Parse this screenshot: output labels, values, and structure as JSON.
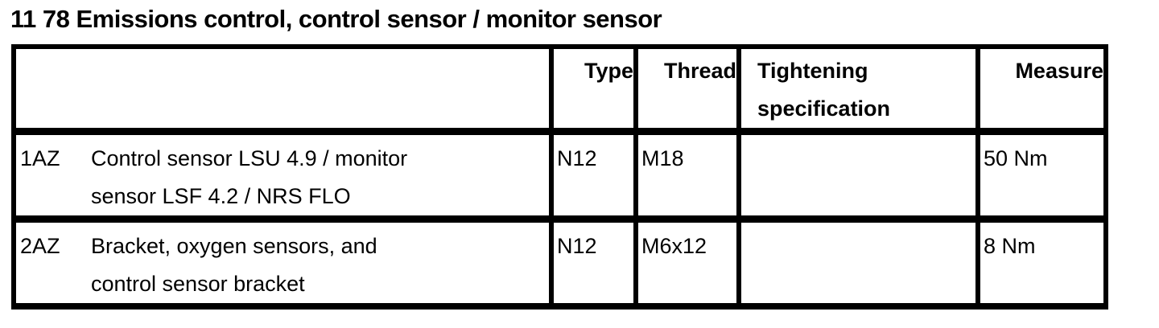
{
  "page": {
    "title": "11 78 Emissions control, control sensor / monitor sensor"
  },
  "colors": {
    "text": "#000000",
    "background": "#ffffff",
    "border": "#000000"
  },
  "table": {
    "columns": [
      {
        "label": ""
      },
      {
        "label": "Type"
      },
      {
        "label": "Thread"
      },
      {
        "label": "Tightening\nspecification"
      },
      {
        "label": "Measure"
      }
    ],
    "rows": [
      {
        "code": "1AZ",
        "description": "Control sensor LSU 4.9 / monitor\nsensor LSF 4.2 / NRS FLO",
        "type": "N12",
        "thread": "M18",
        "tightening": "",
        "measure": "50 Nm"
      },
      {
        "code": "2AZ",
        "description": "Bracket, oxygen sensors, and\ncontrol sensor bracket",
        "type": "N12",
        "thread": "M6x12",
        "tightening": "",
        "measure": "8 Nm"
      }
    ]
  }
}
